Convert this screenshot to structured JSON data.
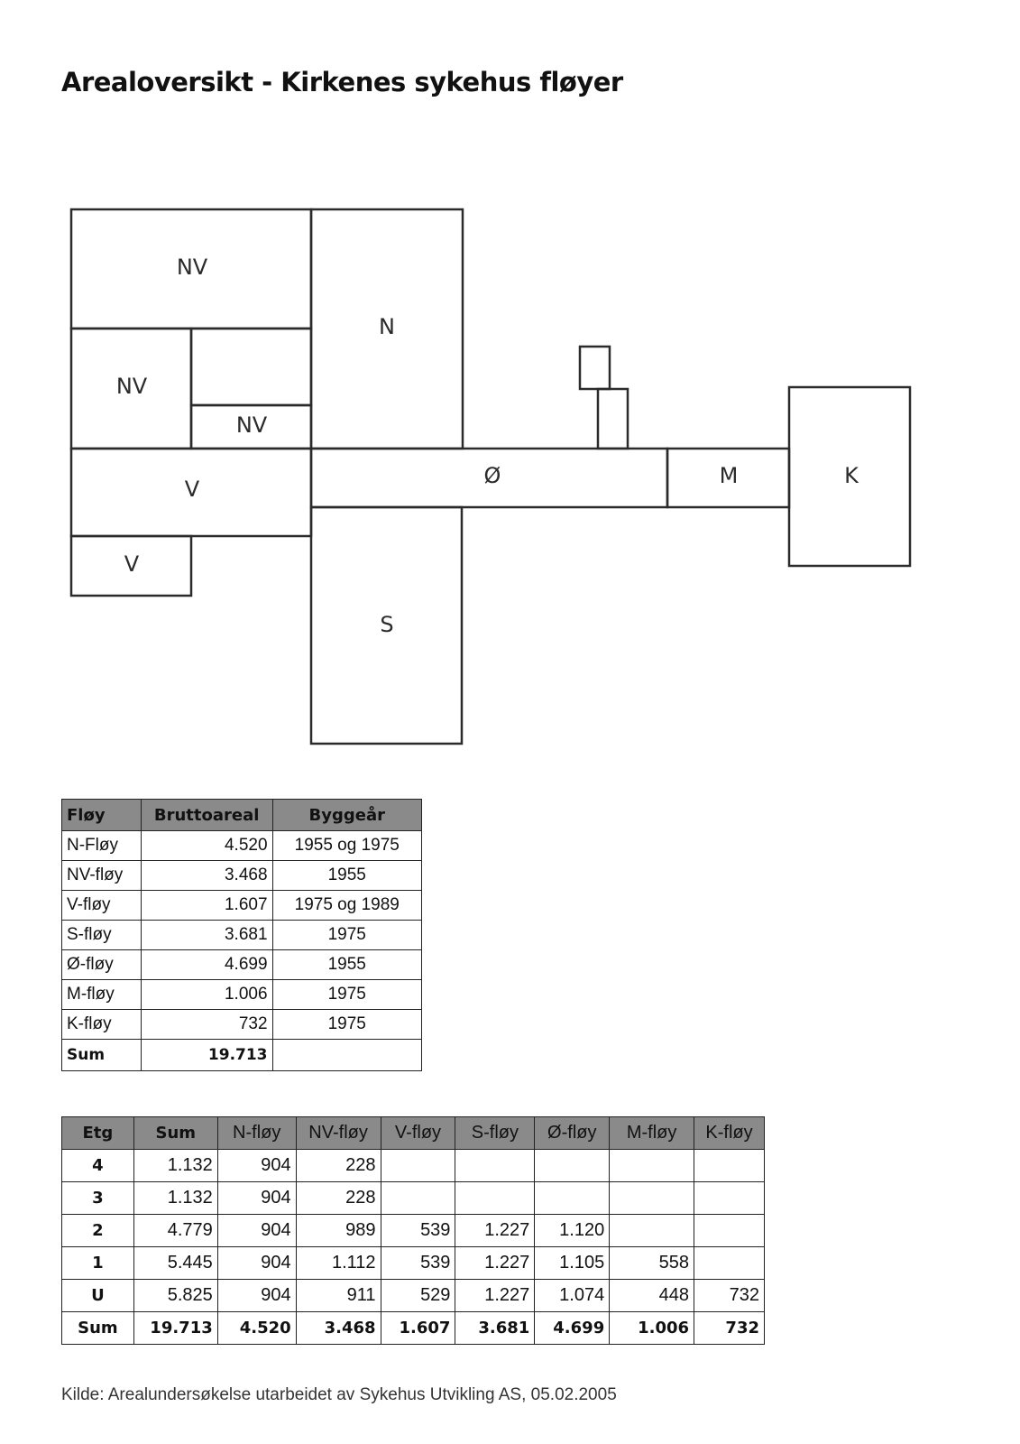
{
  "title": "Arealoversikt - Kirkenes sykehus fløyer",
  "plan_labels": {
    "nv_top": "NV",
    "nv_mid": "NV",
    "nv_small": "NV",
    "n": "N",
    "v_main": "V",
    "v_small": "V",
    "o": "Ø",
    "m": "M",
    "k": "K",
    "s": "S"
  },
  "table1": {
    "headers": [
      "Fløy",
      "Bruttoareal",
      "Byggeår"
    ],
    "rows": [
      {
        "floy": "N-Fløy",
        "areal": "4.520",
        "year": "1955 og 1975"
      },
      {
        "floy": "NV-fløy",
        "areal": "3.468",
        "year": "1955"
      },
      {
        "floy": "V-fløy",
        "areal": "1.607",
        "year": "1975 og 1989"
      },
      {
        "floy": "S-fløy",
        "areal": "3.681",
        "year": "1975"
      },
      {
        "floy": "Ø-fløy",
        "areal": "4.699",
        "year": "1955"
      },
      {
        "floy": "M-fløy",
        "areal": "1.006",
        "year": "1975"
      },
      {
        "floy": "K-fløy",
        "areal": "732",
        "year": "1975"
      }
    ],
    "sum": {
      "label": "Sum",
      "areal": "19.713",
      "year": ""
    }
  },
  "table2": {
    "headers": [
      "Etg",
      "Sum",
      "N-fløy",
      "NV-fløy",
      "V-fløy",
      "S-fløy",
      "Ø-fløy",
      "M-fløy",
      "K-fløy"
    ],
    "rows": [
      [
        "4",
        "1.132",
        "904",
        "228",
        "",
        "",
        "",
        "",
        ""
      ],
      [
        "3",
        "1.132",
        "904",
        "228",
        "",
        "",
        "",
        "",
        ""
      ],
      [
        "2",
        "4.779",
        "904",
        "989",
        "539",
        "1.227",
        "1.120",
        "",
        ""
      ],
      [
        "1",
        "5.445",
        "904",
        "1.112",
        "539",
        "1.227",
        "1.105",
        "558",
        ""
      ],
      [
        "U",
        "5.825",
        "904",
        "911",
        "529",
        "1.227",
        "1.074",
        "448",
        "732"
      ]
    ],
    "sum": [
      "Sum",
      "19.713",
      "4.520",
      "3.468",
      "1.607",
      "3.681",
      "4.699",
      "1.006",
      "732"
    ]
  },
  "source": "Kilde: Arealundersøkelse utarbeidet av Sykehus Utvikling AS, 05.02.2005"
}
